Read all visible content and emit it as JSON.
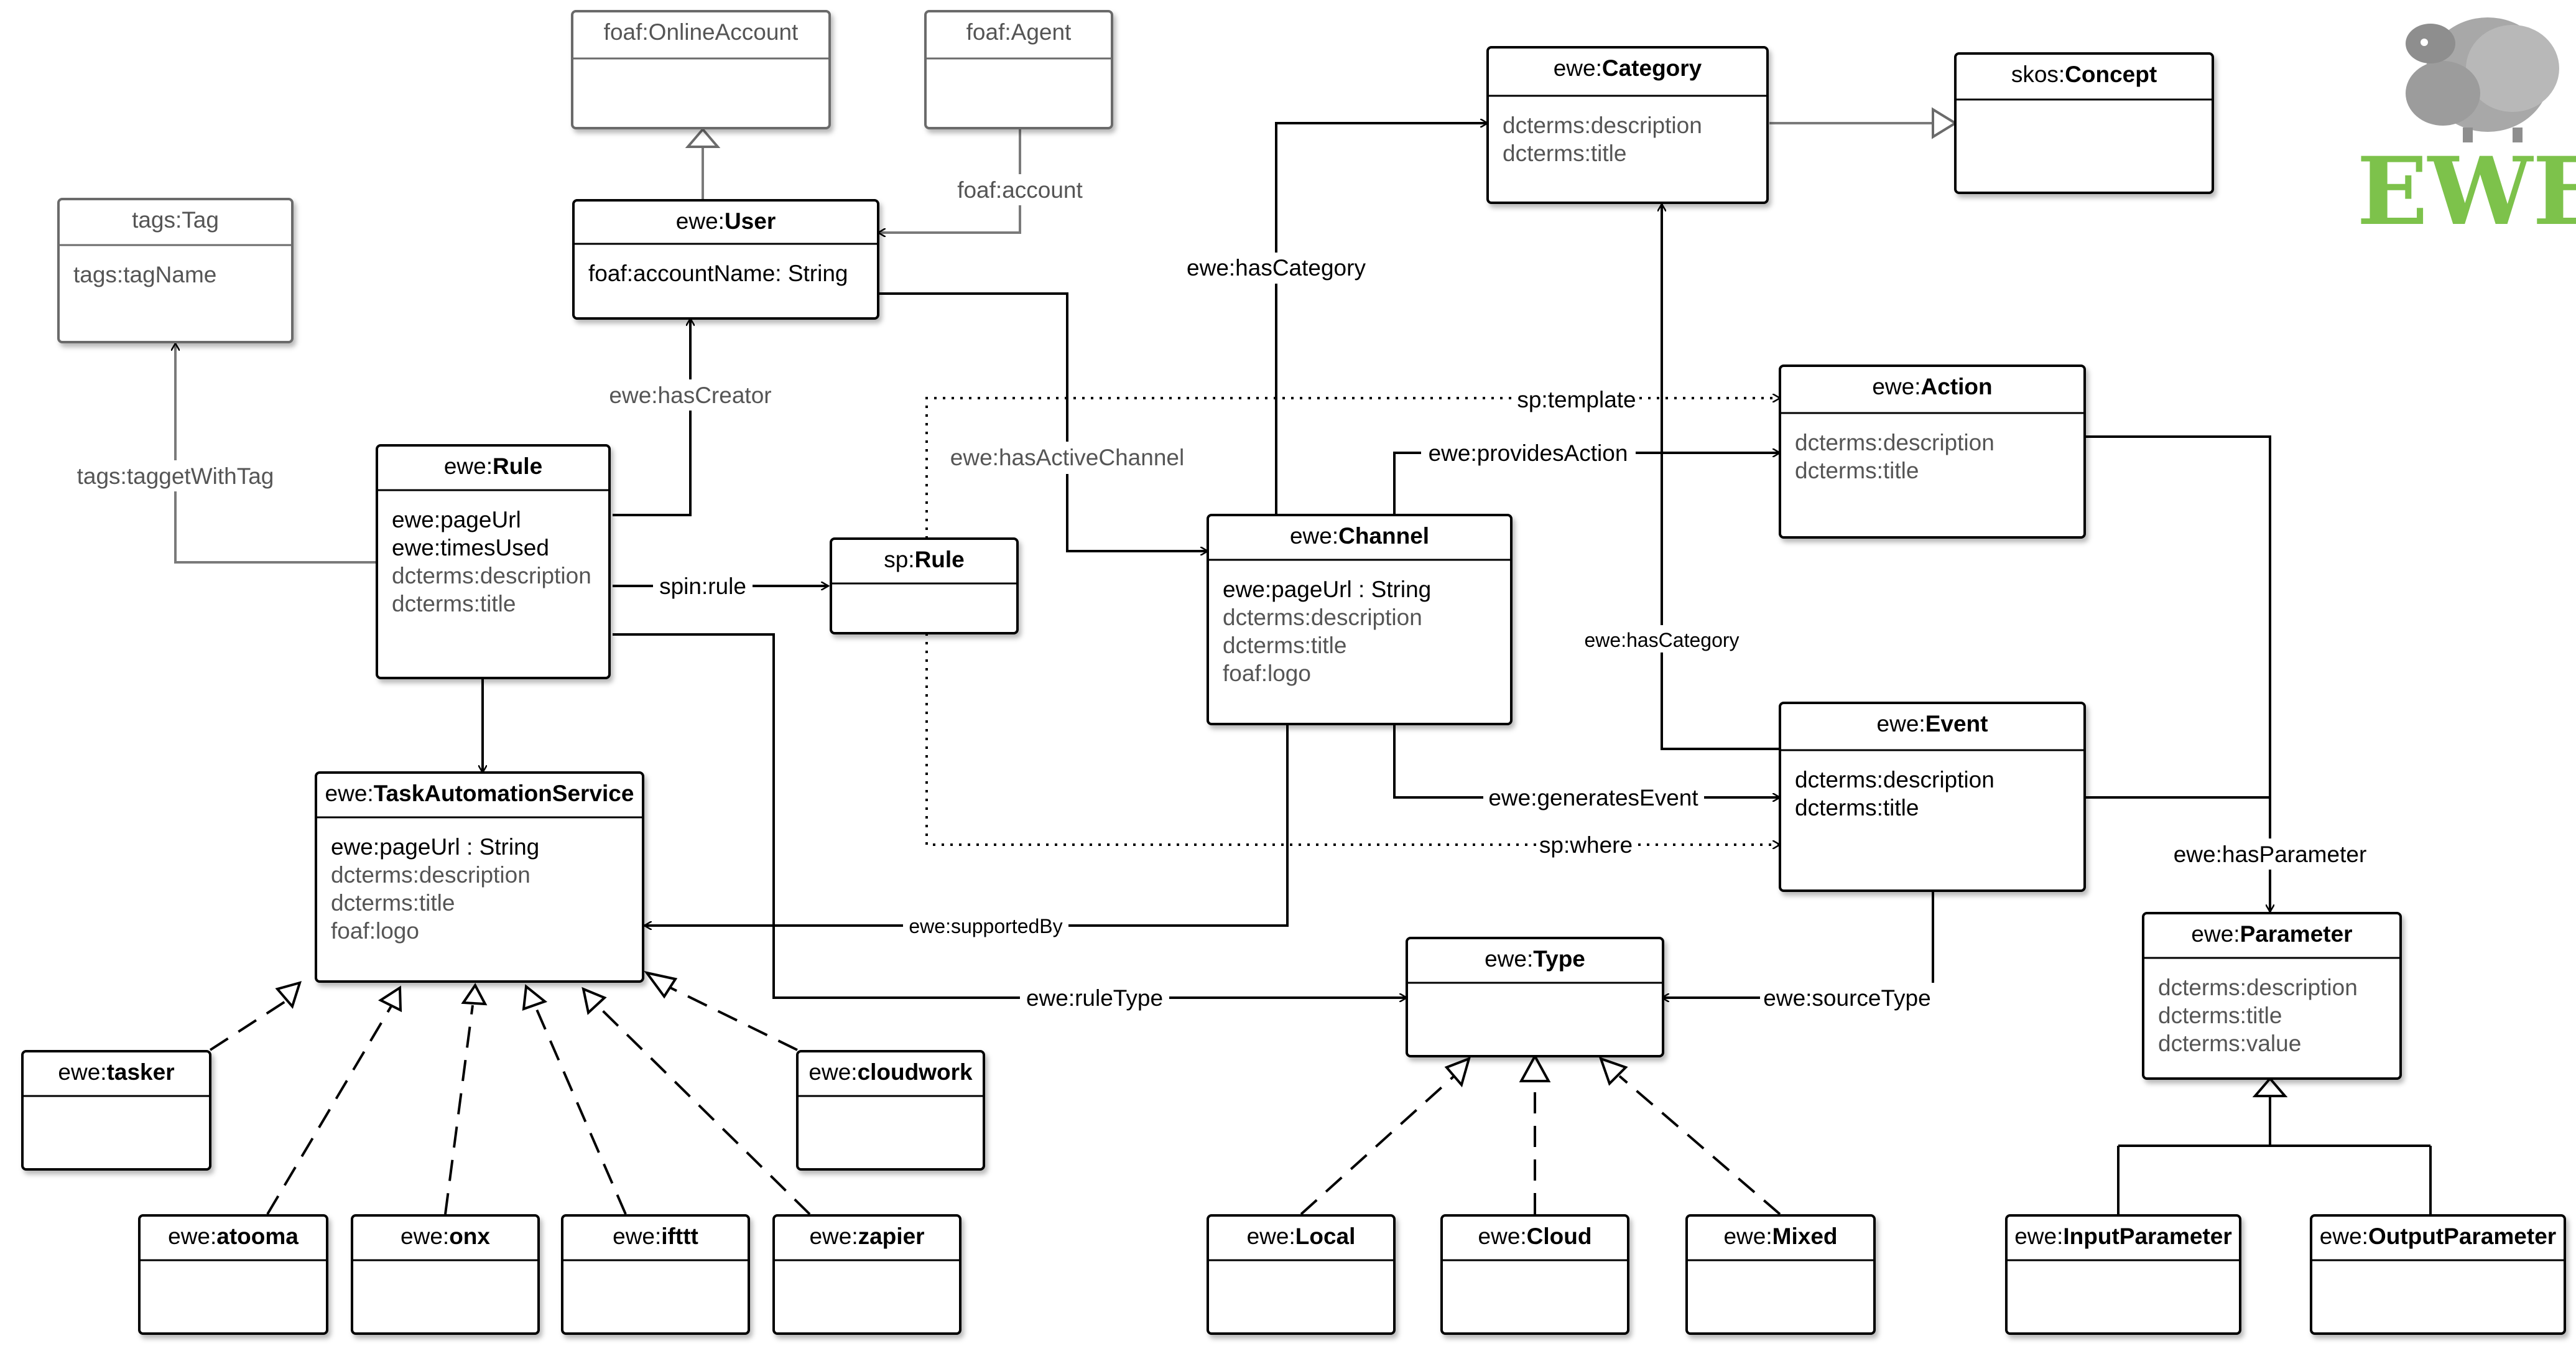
{
  "diagram": {
    "logo": {
      "icon": "sheep-icon",
      "text": "EWE",
      "color": "#7dc24b"
    },
    "classes": {
      "foaf_onlineaccount": {
        "ns": "foaf:",
        "local": "OnlineAccount",
        "attrs": []
      },
      "foaf_agent": {
        "ns": "foaf:",
        "local": "Agent",
        "attrs": []
      },
      "ewe_user": {
        "ns": "ewe:",
        "local": "User",
        "attrs": [
          "foaf:accountName: String"
        ]
      },
      "tags_tag": {
        "ns": "tags:",
        "local": "Tag",
        "attrs": [
          "tags:tagName"
        ]
      },
      "ewe_rule": {
        "ns": "ewe:",
        "local": "Rule",
        "attrs": [
          "ewe:pageUrl",
          "ewe:timesUsed",
          "dcterms:description",
          "dcterms:title"
        ]
      },
      "sp_rule": {
        "ns": "sp:",
        "local": "Rule",
        "attrs": []
      },
      "ewe_category": {
        "ns": "ewe:",
        "local": "Category",
        "attrs": [
          "dcterms:description",
          "dcterms:title"
        ]
      },
      "skos_concept": {
        "ns": "skos:",
        "local": "Concept",
        "attrs": []
      },
      "ewe_action": {
        "ns": "ewe:",
        "local": "Action",
        "attrs": [
          "dcterms:description",
          "dcterms:title"
        ]
      },
      "ewe_channel": {
        "ns": "ewe:",
        "local": "Channel",
        "attrs": [
          "ewe:pageUrl : String",
          "dcterms:description",
          "dcterms:title",
          "foaf:logo"
        ]
      },
      "ewe_event": {
        "ns": "ewe:",
        "local": "Event",
        "attrs": [
          "dcterms:description",
          "dcterms:title"
        ]
      },
      "ewe_taskautomationservice": {
        "ns": "ewe:",
        "local": "TaskAutomationService",
        "attrs": [
          "ewe:pageUrl : String",
          "dcterms:description",
          "dcterms:title",
          "foaf:logo"
        ]
      },
      "ewe_type": {
        "ns": "ewe:",
        "local": "Type",
        "attrs": []
      },
      "ewe_parameter": {
        "ns": "ewe:",
        "local": "Parameter",
        "attrs": [
          "dcterms:description",
          "dcterms:title",
          "dcterms:value"
        ]
      },
      "ewe_tasker": {
        "ns": "ewe:",
        "local": "tasker",
        "attrs": []
      },
      "ewe_cloudwork": {
        "ns": "ewe:",
        "local": "cloudwork",
        "attrs": []
      },
      "ewe_atooma": {
        "ns": "ewe:",
        "local": "atooma",
        "attrs": []
      },
      "ewe_onx": {
        "ns": "ewe:",
        "local": "onx",
        "attrs": []
      },
      "ewe_ifttt": {
        "ns": "ewe:",
        "local": "ifttt",
        "attrs": []
      },
      "ewe_zapier": {
        "ns": "ewe:",
        "local": "zapier",
        "attrs": []
      },
      "ewe_local": {
        "ns": "ewe:",
        "local": "Local",
        "attrs": []
      },
      "ewe_cloud": {
        "ns": "ewe:",
        "local": "Cloud",
        "attrs": []
      },
      "ewe_mixed": {
        "ns": "ewe:",
        "local": "Mixed",
        "attrs": []
      },
      "ewe_inputparameter": {
        "ns": "ewe:",
        "local": "InputParameter",
        "attrs": []
      },
      "ewe_outputparameter": {
        "ns": "ewe:",
        "local": "OutputParameter",
        "attrs": []
      }
    },
    "relations": {
      "foaf_account": "foaf:account",
      "ewe_has_creator": "ewe:hasCreator",
      "tags_tagget_with_tag": "tags:taggetWithTag",
      "spin_rule": "spin:rule",
      "ewe_has_active_channel": "ewe:hasActiveChannel",
      "sp_template": "sp:template",
      "ewe_has_category_channel": "ewe:hasCategory",
      "ewe_provides_action": "ewe:providesAction",
      "ewe_has_category_event": "ewe:hasCategory",
      "ewe_generates_event": "ewe:generatesEvent",
      "sp_where": "sp:where",
      "ewe_has_parameter": "ewe:hasParameter",
      "ewe_supported_by": "ewe:supportedBy",
      "ewe_rule_type": "ewe:ruleType",
      "ewe_source_type": "ewe:sourceType"
    }
  }
}
